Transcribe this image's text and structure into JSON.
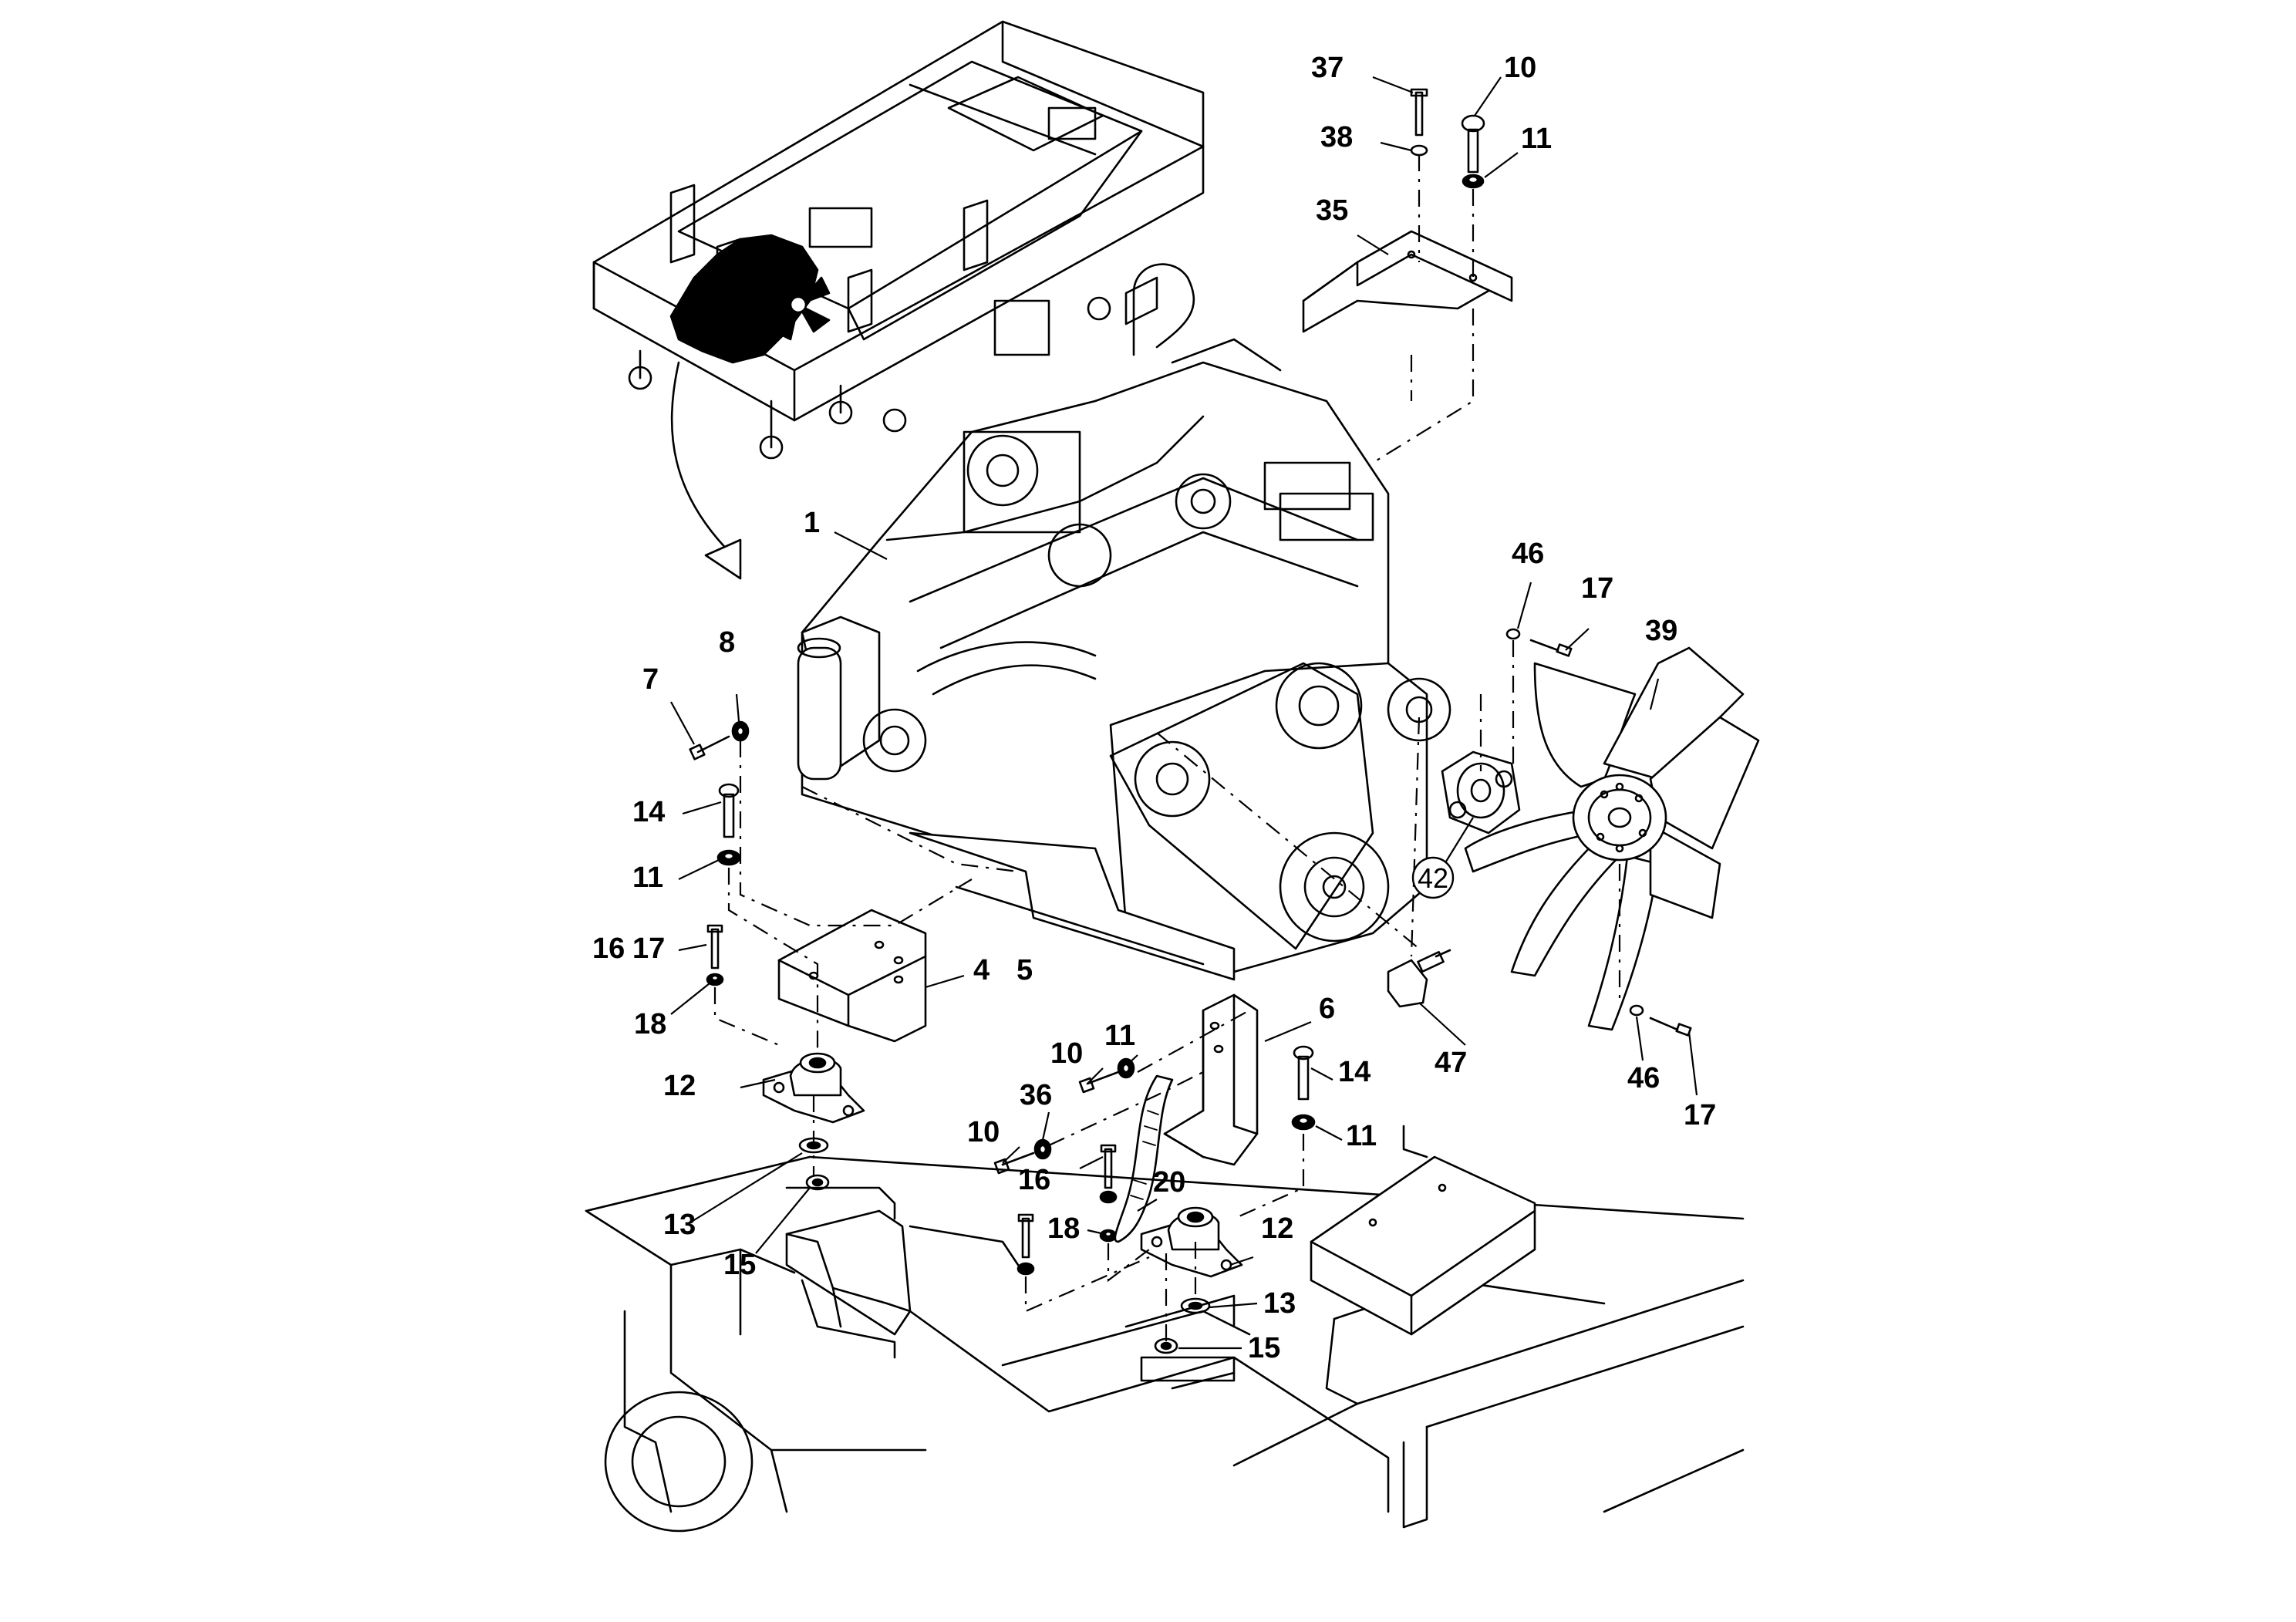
{
  "diagram": {
    "callouts": {
      "c37": "37",
      "c10a": "10",
      "c38": "38",
      "c11a": "11",
      "c35": "35",
      "c1": "1",
      "c46a": "46",
      "c17a": "17",
      "c39": "39",
      "c8": "8",
      "c7": "7",
      "c14a": "14",
      "c11b": "11",
      "c16a": "16",
      "c17b": "17",
      "c18a": "18",
      "c4": "4",
      "c5": "5",
      "c12a": "12",
      "c13a": "13",
      "c15a": "15",
      "c42": "42",
      "c47": "47",
      "c46b": "46",
      "c17c": "17",
      "c6": "6",
      "c10b": "10",
      "c11c": "11",
      "c36": "36",
      "c10c": "10",
      "c14b": "14",
      "c11d": "11",
      "c16b": "16",
      "c20": "20",
      "c18b": "18",
      "c12b": "12",
      "c13b": "13",
      "c15b": "15"
    }
  }
}
